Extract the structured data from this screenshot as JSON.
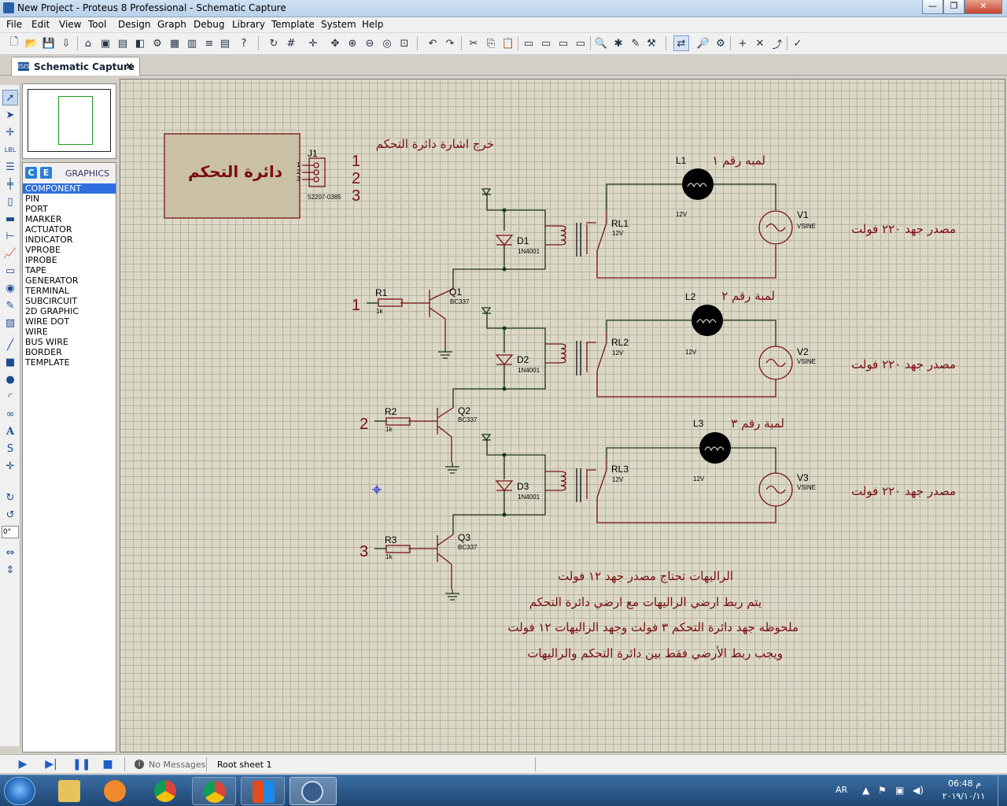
{
  "window": {
    "title": "New Project - Proteus 8 Professional - Schematic Capture",
    "min_label": "—",
    "max_label": "❐",
    "close_label": "✕"
  },
  "menu": [
    "File",
    "Edit",
    "View",
    "Tool",
    "Design",
    "Graph",
    "Debug",
    "Library",
    "Template",
    "System",
    "Help"
  ],
  "tab": {
    "label": "Schematic Capture",
    "icon": "ISIS",
    "close": "×"
  },
  "devices": {
    "header_c": "C",
    "header_e": "E",
    "title": "GRAPHICS",
    "items": [
      "COMPONENT",
      "PIN",
      "PORT",
      "MARKER",
      "ACTUATOR",
      "INDICATOR",
      "VPROBE",
      "IPROBE",
      "TAPE",
      "GENERATOR",
      "TERMINAL",
      "SUBCIRCUIT",
      "2D GRAPHIC",
      "WIRE DOT",
      "WIRE",
      "BUS WIRE",
      "BORDER",
      "TEMPLATE"
    ],
    "selected_index": 0
  },
  "rotation": {
    "value": "0°"
  },
  "schematic": {
    "control_box": "دائرة التحكم",
    "connector": {
      "ref": "J1",
      "part": "52207-0385",
      "pins": [
        "1",
        "2",
        "3"
      ]
    },
    "big_nums": [
      "1",
      "2",
      "3"
    ],
    "output_label": "خرج اشارة دائرة التحكم",
    "stages": [
      {
        "lamp": "L1",
        "lamp_label": "لمبه رقم ١",
        "lamp_volt": "12V",
        "relay": "RL1",
        "relay_volt": "12V",
        "diode": "D1",
        "diode_part": "1N4001",
        "transistor": "Q1",
        "transistor_part": "BC337",
        "resistor": "R1",
        "resistor_val": "1k",
        "source": "V1",
        "source_type": "VSINE",
        "source_label": "مصدر جهد ٢٢٠ فولت",
        "input": "1"
      },
      {
        "lamp": "L2",
        "lamp_label": "لمبة رقم ٢",
        "lamp_volt": "12V",
        "relay": "RL2",
        "relay_volt": "12V",
        "diode": "D2",
        "diode_part": "1N4001",
        "transistor": "Q2",
        "transistor_part": "BC337",
        "resistor": "R2",
        "resistor_val": "1k",
        "source": "V2",
        "source_type": "VSINE",
        "source_label": "مصدر جهد ٢٢٠ فولت",
        "input": "2"
      },
      {
        "lamp": "L3",
        "lamp_label": "لمبة رقم ٣",
        "lamp_volt": "12V",
        "relay": "RL3",
        "relay_volt": "12V",
        "diode": "D3",
        "diode_part": "1N4001",
        "transistor": "Q3",
        "transistor_part": "BC337",
        "resistor": "R3",
        "resistor_val": "1k",
        "source": "V3",
        "source_type": "VSINE",
        "source_label": "مصدر جهد ٢٢٠ فولت",
        "input": "3"
      }
    ],
    "notes": [
      "الراليهات تحتاج مصدر جهد ١٢ فولت",
      "يتم ربط ارضي الراليهات مع ارضي دائرة التحكم",
      "ملحوظه جهد دائرة التحكم ٣ فولت وجهد الراليهات ١٢ فولت",
      "ويجب ربط الأرضي فقط بين دائرة التحكم والراليهات"
    ]
  },
  "status": {
    "messages": "No Messages",
    "sheet": "Root sheet 1",
    "info_icon": "i"
  },
  "taskbar": {
    "lang": "AR",
    "time": "06:48 م",
    "date": "٢٠١٩/١٠/١١"
  },
  "colors": {
    "wire": "#19360f",
    "component": "#7a1212",
    "annotation": "#7a0d0d",
    "canvas": "#dbd8c6"
  }
}
